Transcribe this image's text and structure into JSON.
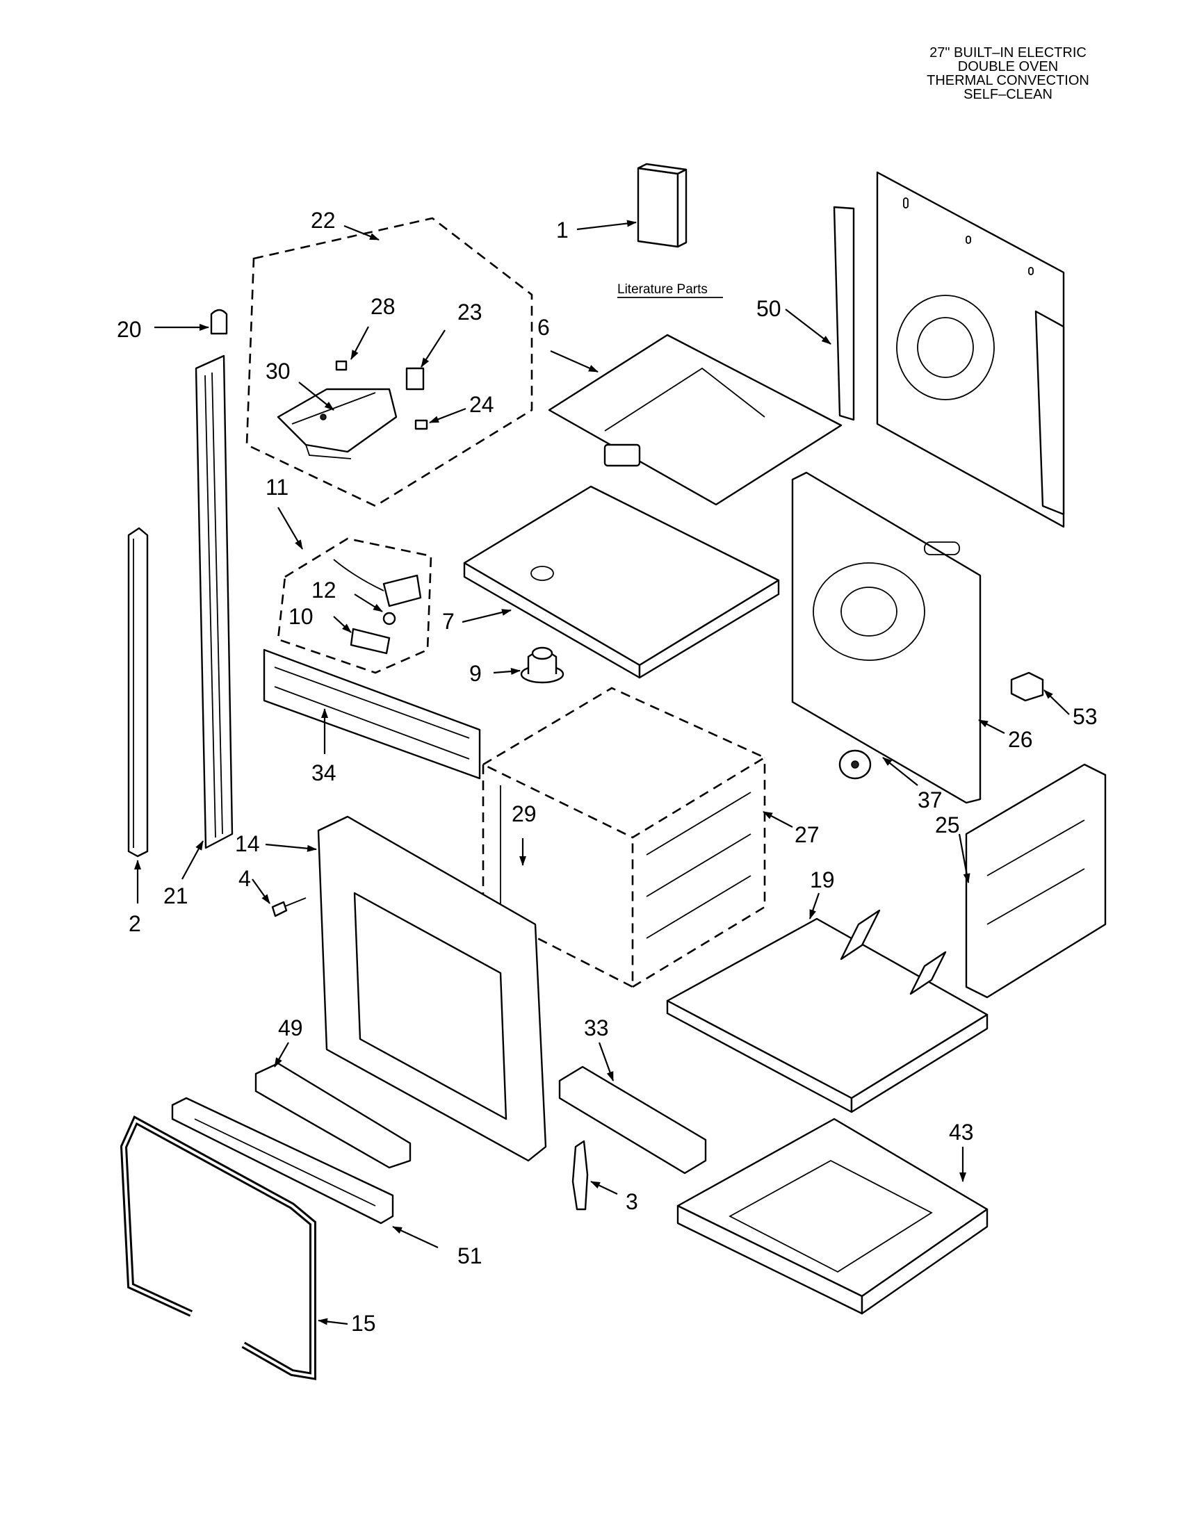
{
  "title_lines": [
    "27\" BUILT–IN ELECTRIC",
    "DOUBLE OVEN",
    "THERMAL CONVECTION",
    "SELF–CLEAN"
  ],
  "literature_label": "Literature Parts",
  "callouts": {
    "c1": "1",
    "c2": "2",
    "c3": "3",
    "c4": "4",
    "c6": "6",
    "c7": "7",
    "c9": "9",
    "c10": "10",
    "c11": "11",
    "c12": "12",
    "c14": "14",
    "c15": "15",
    "c19": "19",
    "c20": "20",
    "c21": "21",
    "c22": "22",
    "c23": "23",
    "c24": "24",
    "c25": "25",
    "c26": "26",
    "c27": "27",
    "c28": "28",
    "c29": "29",
    "c30": "30",
    "c33": "33",
    "c34": "34",
    "c37": "37",
    "c43": "43",
    "c49": "49",
    "c50": "50",
    "c51": "51",
    "c53": "53"
  }
}
